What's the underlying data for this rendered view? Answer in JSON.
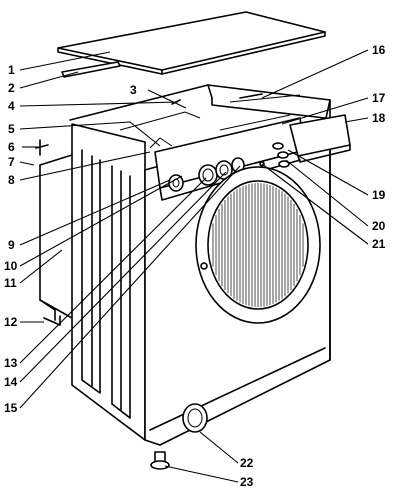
{
  "diagram": {
    "callouts": [
      {
        "n": "1"
      },
      {
        "n": "2"
      },
      {
        "n": "3"
      },
      {
        "n": "4"
      },
      {
        "n": "5"
      },
      {
        "n": "6"
      },
      {
        "n": "7"
      },
      {
        "n": "8"
      },
      {
        "n": "9"
      },
      {
        "n": "10"
      },
      {
        "n": "11"
      },
      {
        "n": "12"
      },
      {
        "n": "13"
      },
      {
        "n": "14"
      },
      {
        "n": "15"
      },
      {
        "n": "16"
      },
      {
        "n": "17"
      },
      {
        "n": "18"
      },
      {
        "n": "19"
      },
      {
        "n": "20"
      },
      {
        "n": "21"
      },
      {
        "n": "22"
      },
      {
        "n": "23"
      }
    ]
  }
}
